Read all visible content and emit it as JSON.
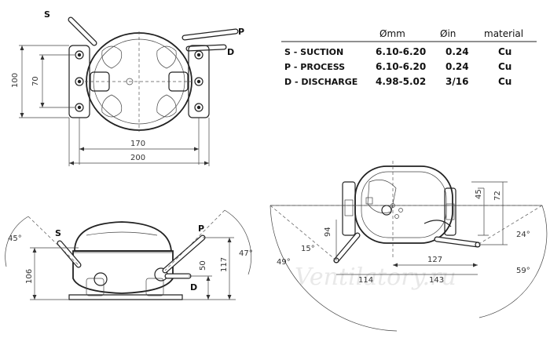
{
  "spec_table": {
    "headers": [
      "Ømm",
      "Øin",
      "material"
    ],
    "rows": [
      {
        "name": "S - SUCTION",
        "mm": "6.10-6.20",
        "in": "0.24",
        "material": "Cu"
      },
      {
        "name": "P - PROCESS",
        "mm": "6.10-6.20",
        "in": "0.24",
        "material": "Cu"
      },
      {
        "name": "D - DISCHARGE",
        "mm": "4.98-5.02",
        "in": "3/16",
        "material": "Cu"
      }
    ]
  },
  "top_view": {
    "labels": {
      "s": "S",
      "p": "P",
      "d": "D"
    },
    "dims": {
      "width_inner": "170",
      "width_outer": "200",
      "height_outer": "100",
      "height_inner": "70"
    }
  },
  "side_view": {
    "labels": {
      "s": "S",
      "p": "P",
      "d": "D"
    },
    "dims": {
      "angle_left": "45°",
      "angle_right": "47°",
      "height_left": "106",
      "height_mid": "50",
      "height_right": "117"
    }
  },
  "end_view": {
    "dims": {
      "h94": "94",
      "h45": "45",
      "h72": "72",
      "a15": "15°",
      "a49": "49°",
      "a24": "24°",
      "a59": "59°",
      "w127": "127",
      "w114": "114",
      "w143": "143"
    }
  },
  "watermark": "Ventilatory.ru"
}
